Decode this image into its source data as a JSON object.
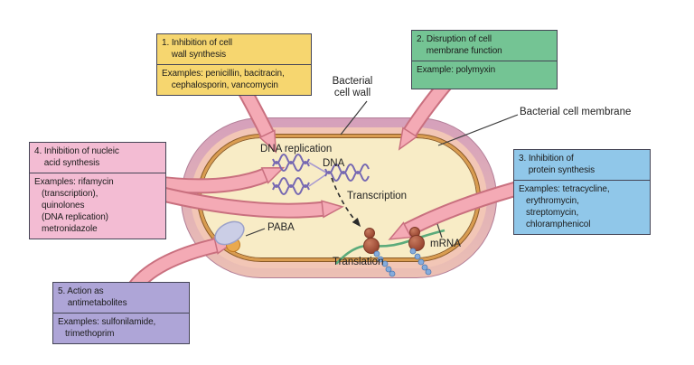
{
  "boxes": {
    "box1": {
      "header": "1. Inhibition of cell\n    wall synthesis",
      "examples": "Examples: penicillin, bacitracin,\n    cephalosporin, vancomycin"
    },
    "box2": {
      "header": "2. Disruption of cell\n    membrane function",
      "examples": "Example: polymyxin"
    },
    "box3": {
      "header": "3. Inhibition of\n    protein synthesis",
      "examples": "Examples: tetracycline,\n   erythromycin,\n   streptomycin,\n   chloramphenicol"
    },
    "box4": {
      "header": "4. Inhibition of nucleic\n    acid synthesis",
      "examples": "Examples: rifamycin\n   (transcription),\n   quinolones\n   (DNA replication)\n   metronidazole"
    },
    "box5": {
      "header": "5. Action as\n    antimetabolites",
      "examples": "Examples: sulfonilamide,\n   trimethoprim"
    }
  },
  "cell_labels": {
    "cell_wall": "Bacterial\ncell wall",
    "cell_membrane": "Bacterial cell membrane",
    "dna_replication": "DNA replication",
    "dna": "DNA",
    "transcription": "Transcription",
    "translation": "Translation",
    "mrna": "mRNA",
    "paba": "PABA"
  },
  "colors": {
    "yellow_box": "#F6D66F",
    "green_box": "#74C494",
    "blue_box": "#90C7E9",
    "pink_box": "#F3BCD3",
    "purple_box": "#AEA5D7",
    "box_border": "#454556",
    "arrow_fill": "#F4AAB5",
    "arrow_outline": "#C9707F",
    "membrane": "#D99C50",
    "cytoplasm": "#F8ECC6",
    "dna": "#7668B2",
    "mrna": "#5BAB7B",
    "ribosome": "#A34F38",
    "beads": "#85ACDC",
    "paba_blob": "#E9A94F",
    "text": "#222222"
  }
}
